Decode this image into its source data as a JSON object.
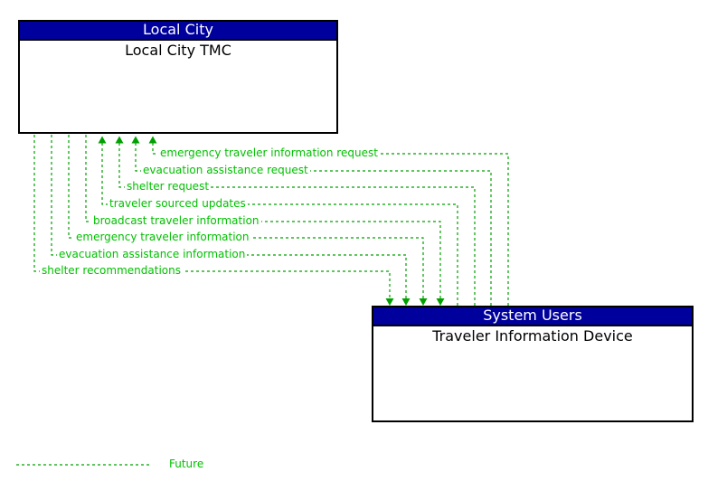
{
  "boxes": [
    {
      "group": "Local City",
      "element": "Local City TMC"
    },
    {
      "group": "System Users",
      "element": "Traveler Information Device"
    }
  ],
  "flows": [
    {
      "label": "emergency traveler information request",
      "direction": "to-local-city-tmc",
      "status": "future"
    },
    {
      "label": "evacuation assistance request",
      "direction": "to-local-city-tmc",
      "status": "future"
    },
    {
      "label": "shelter request",
      "direction": "to-local-city-tmc",
      "status": "future"
    },
    {
      "label": "traveler sourced updates",
      "direction": "to-local-city-tmc",
      "status": "future"
    },
    {
      "label": "broadcast traveler information",
      "direction": "to-traveler-information-device",
      "status": "future"
    },
    {
      "label": "emergency traveler information",
      "direction": "to-traveler-information-device",
      "status": "future"
    },
    {
      "label": "evacuation assistance information",
      "direction": "to-traveler-information-device",
      "status": "future"
    },
    {
      "label": "shelter recommendations",
      "direction": "to-traveler-information-device",
      "status": "future"
    }
  ],
  "legend": {
    "label": "Future",
    "line_style": "dashed"
  },
  "colors": {
    "header_bg": "#00009c",
    "header_text": "#ffffff",
    "box_bg": "#ffffff",
    "box_border": "#000000",
    "line_green": "#00a000",
    "label_green": "#00c000",
    "page_bg": "#ffffff"
  }
}
